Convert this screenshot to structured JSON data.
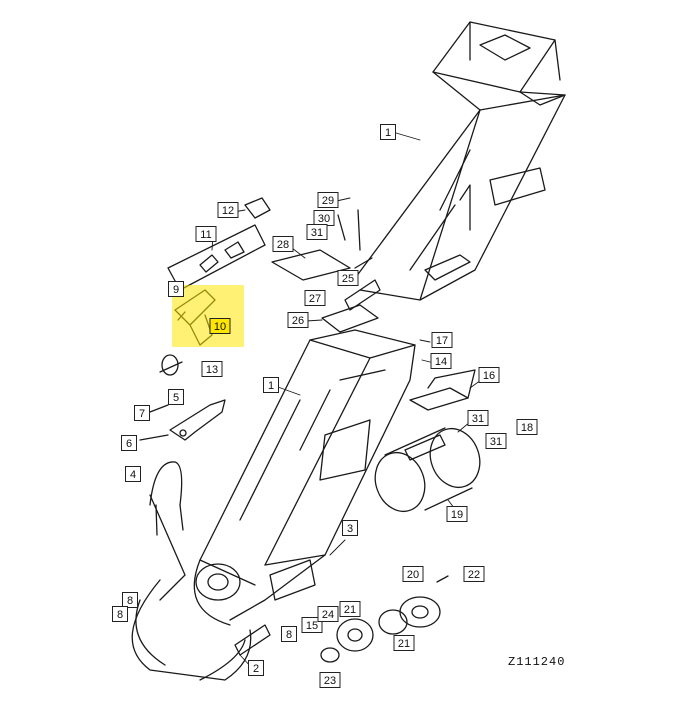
{
  "diagram": {
    "reference_code": "Z111240",
    "highlight_color": "#ffe600",
    "callouts": [
      "1",
      "1",
      "2",
      "3",
      "4",
      "5",
      "6",
      "7",
      "8",
      "8",
      "8",
      "9",
      "10",
      "11",
      "12",
      "13",
      "14",
      "15",
      "16",
      "17",
      "18",
      "19",
      "20",
      "21",
      "21",
      "22",
      "23",
      "24",
      "25",
      "26",
      "27",
      "28",
      "29",
      "30",
      "31",
      "31",
      "31"
    ]
  }
}
